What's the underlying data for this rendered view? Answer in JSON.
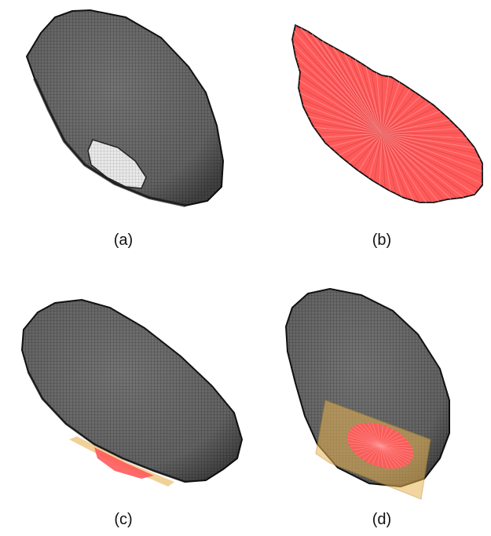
{
  "panels": [
    {
      "label": "(a)"
    },
    {
      "label": "(b)"
    },
    {
      "label": "(c)"
    },
    {
      "label": "(d)"
    }
  ],
  "colors": {
    "mesh_fill": "#6e6e6e",
    "mesh_dark": "#2f2f2f",
    "mesh_line": "#1a1a1a",
    "highlight_patch": "#e6e6e6",
    "red_surface": "#ff5a5a",
    "red_ray": "#ff9a9a",
    "plane_fill": "#e8b352"
  }
}
